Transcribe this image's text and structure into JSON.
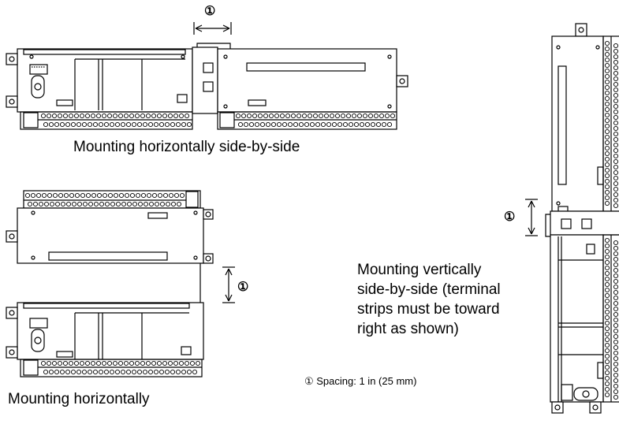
{
  "captions": {
    "horizontal_side_by_side": "Mounting horizontally side-by-side",
    "horizontal": "Mounting horizontally",
    "vertical_side_by_side": [
      "Mounting vertically",
      "side-by-side (terminal",
      "strips must be toward",
      "right as shown)"
    ]
  },
  "spacing_marker": "①",
  "spacing_note": "①  Spacing: 1 in (25 mm)"
}
